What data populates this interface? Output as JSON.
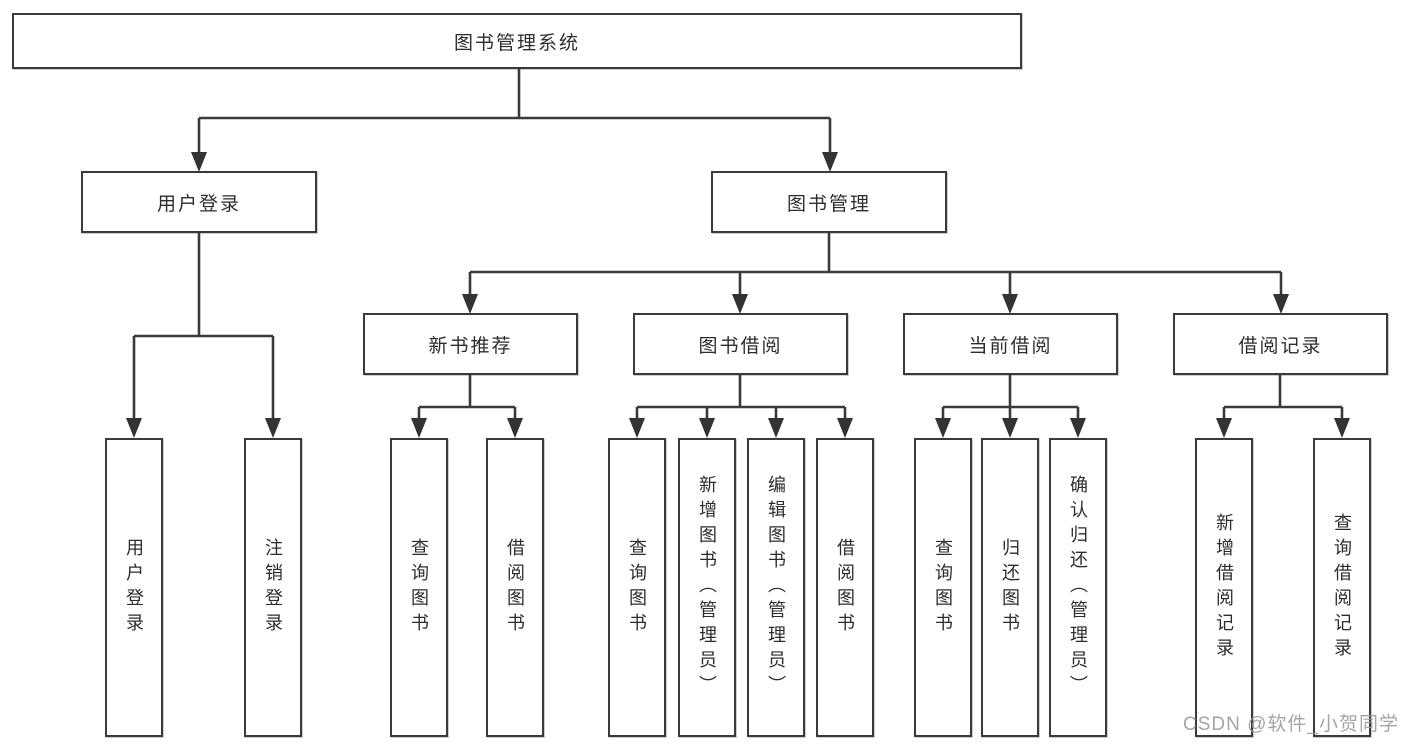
{
  "diagram": {
    "title": "图书管理系统",
    "root": {
      "label": "图书管理系统"
    },
    "level2": [
      {
        "label": "用户登录"
      },
      {
        "label": "图书管理"
      }
    ],
    "level3": [
      {
        "label": "新书推荐"
      },
      {
        "label": "图书借阅"
      },
      {
        "label": "当前借阅"
      },
      {
        "label": "借阅记录"
      }
    ],
    "leaves": {
      "user_login": [
        "用户登录",
        "注销登录"
      ],
      "new_book": [
        "查询图书",
        "借阅图书"
      ],
      "book_borrow": [
        "查询图书",
        "新增图书（管理员）",
        "编辑图书（管理员）",
        "借阅图书"
      ],
      "current_borrow": [
        "查询图书",
        "归还图书",
        "确认归还（管理员）"
      ],
      "borrow_record": [
        "新增借阅记录",
        "查询借阅记录"
      ]
    },
    "watermark": "CSDN @软件_小贺同学",
    "colors": {
      "line": "#3a3a3a",
      "box_border": "#3a3a3a",
      "box_fill": "#ffffff",
      "text": "#2d2d2d",
      "watermark": "#9b9b9b",
      "background": "#ffffff"
    }
  }
}
